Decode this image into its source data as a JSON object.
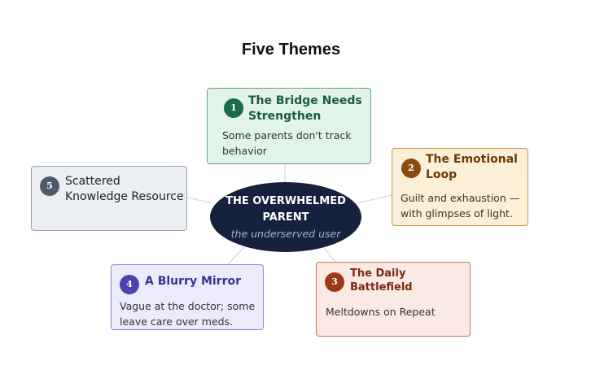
{
  "title": "Five Themes",
  "center": {
    "title": "THE OVERWHELMED PARENT",
    "subtitle": "the underserved user",
    "color": "#16223d"
  },
  "themes": [
    {
      "number": "1",
      "title": "The Bridge Needs Strengthen",
      "body": "Some parents don't track behavior",
      "accent": "#1a6b4a",
      "fill": "#e2f3ea"
    },
    {
      "number": "2",
      "title": "The Emotional Loop",
      "body": "Guilt and exhaustion — with glimpses of light.",
      "accent": "#8a4b0c",
      "fill": "#fcefd8"
    },
    {
      "number": "3",
      "title": "The Daily Battlefield",
      "body": "Meltdowns on Repeat",
      "accent": "#9a3a1a",
      "fill": "#fbe9e3"
    },
    {
      "number": "4",
      "title": "A Blurry Mirror",
      "body": "Vague at the doctor; some leave care over meds.",
      "accent": "#4c43b0",
      "fill": "#ecebfb"
    },
    {
      "number": "5",
      "title": "Scattered Knowledge Resource",
      "body": "",
      "accent": "#4f5b6a",
      "fill": "#ebeef2"
    }
  ]
}
